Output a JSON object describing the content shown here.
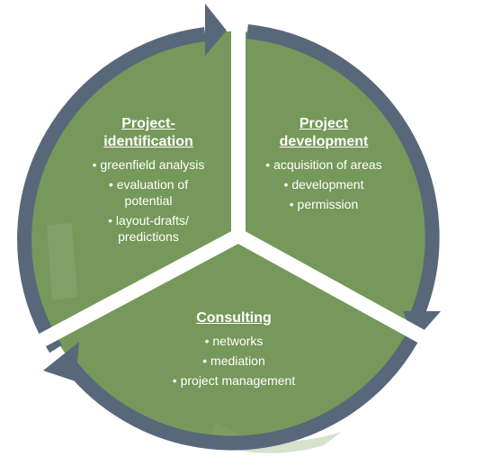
{
  "diagram": {
    "colors": {
      "segment_fill": "#76985a",
      "ring": "#58687a",
      "separator": "#ffffff",
      "text": "#ffffff"
    },
    "segments": [
      {
        "id": "project-identification",
        "title_lines": [
          "Project-",
          "identification"
        ],
        "bullets": [
          [
            "greenfield analysis"
          ],
          [
            "evaluation of",
            "potential"
          ],
          [
            "layout-drafts/",
            "predictions"
          ]
        ]
      },
      {
        "id": "project-development",
        "title_lines": [
          "Project",
          "development"
        ],
        "bullets": [
          [
            "acquisition of areas"
          ],
          [
            "development"
          ],
          [
            "permission"
          ]
        ]
      },
      {
        "id": "consulting",
        "title_lines": [
          "Consulting"
        ],
        "bullets": [
          [
            "networks"
          ],
          [
            "mediation"
          ],
          [
            "project management"
          ]
        ]
      }
    ]
  }
}
